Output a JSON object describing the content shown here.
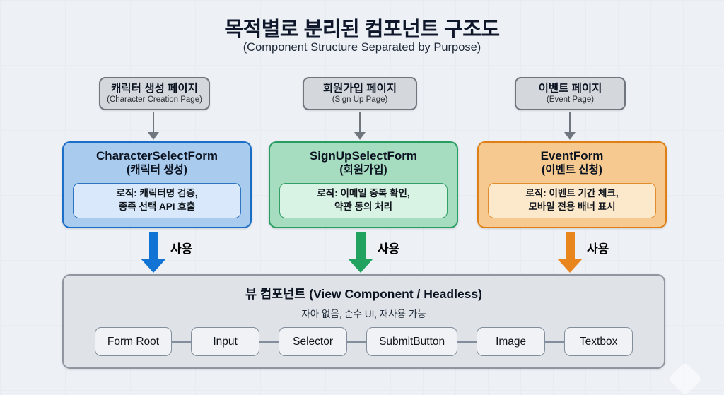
{
  "header": {
    "title": "목적별로 분리된 컴포넌트 구조도",
    "subtitle": "(Component Structure Separated by Purpose)"
  },
  "pages": [
    {
      "label": "캐릭터 생성 페이지",
      "sublabel": "(Character Creation Page)"
    },
    {
      "label": "회원가입 페이지",
      "sublabel": "(Sign Up Page)"
    },
    {
      "label": "이벤트 페이지",
      "sublabel": "(Event Page)"
    }
  ],
  "forms": [
    {
      "name": "CharacterSelectForm",
      "korean_name": "(캐릭터 생성)",
      "logic_line1": "로직: 캐릭터명 검증,",
      "logic_line2": "종족 선택 API 호출",
      "accent_color": "#1173d4"
    },
    {
      "name": "SignUpSelectForm",
      "korean_name": "(회원가입)",
      "logic_line1": "로직: 이메일 중복 확인,",
      "logic_line2": "약관 동의 처리",
      "accent_color": "#22a25f"
    },
    {
      "name": "EventForm",
      "korean_name": "(이벤트 신청)",
      "logic_line1": "로직: 이벤트 기간 체크,",
      "logic_line2": "모바일 전용 배너 표시",
      "accent_color": "#e8851c"
    }
  ],
  "use_labels": [
    {
      "text": "사용"
    },
    {
      "text": "사용"
    },
    {
      "text": "사용"
    }
  ],
  "view_component": {
    "title": "뷰 컴포넌트 (View Component / Headless)",
    "subtitle": "자아 없음, 순수 UI, 재사용 가능",
    "chips": [
      "Form Root",
      "Input",
      "Selector",
      "SubmitButton",
      "Image",
      "Textbox"
    ]
  },
  "colors": {
    "background": "#edf1f6",
    "blue_fill": "#a9cbee",
    "blue_border": "#1b6ec6",
    "green_fill": "#a6dcc0",
    "green_border": "#279e5f",
    "orange_fill": "#f5c98f",
    "orange_border": "#df8016",
    "gray_box_fill": "#dfe3e8",
    "gray_box_border": "#8f969f"
  }
}
